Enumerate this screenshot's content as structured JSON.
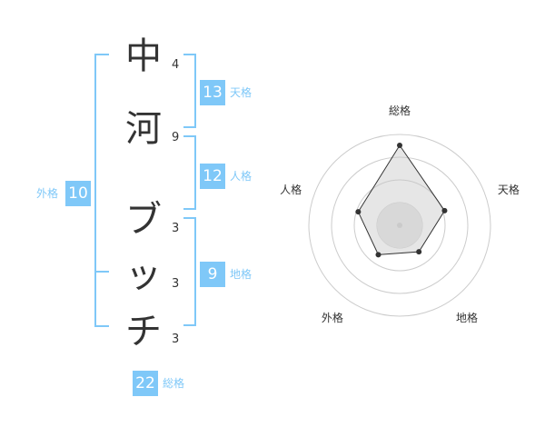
{
  "name": {
    "characters": [
      {
        "char": "中",
        "strokes": "4"
      },
      {
        "char": "河",
        "strokes": "9"
      },
      {
        "char": "ブ",
        "strokes": "3"
      },
      {
        "char": "ッ",
        "strokes": "3"
      },
      {
        "char": "チ",
        "strokes": "3"
      }
    ]
  },
  "fortunes": {
    "tenkaku": {
      "value": "13",
      "label": "天格"
    },
    "jinkaku": {
      "value": "12",
      "label": "人格"
    },
    "chikaku": {
      "value": "9",
      "label": "地格"
    },
    "gaikaku": {
      "value": "10",
      "label": "外格"
    },
    "soukaku": {
      "value": "22",
      "label": "総格"
    }
  },
  "chart_data": {
    "type": "radar",
    "axes": [
      "総格",
      "天格",
      "地格",
      "外格",
      "人格"
    ],
    "values": [
      22,
      13,
      9,
      10,
      12
    ],
    "rings": 4
  },
  "colors": {
    "accent": "#7fc8f8",
    "text": "#333333"
  }
}
